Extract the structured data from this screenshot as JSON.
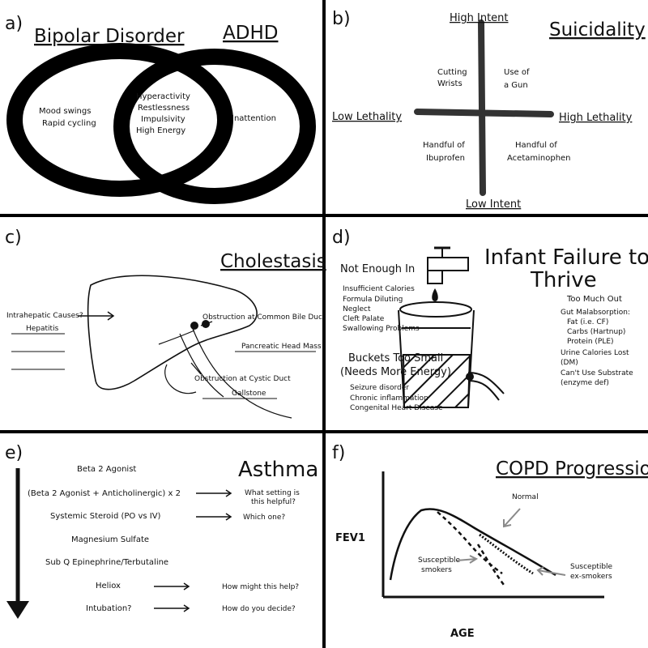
{
  "panels": {
    "a": {
      "label": "a)",
      "left_title": "Bipolar Disorder",
      "right_title": "ADHD",
      "left_items": [
        "Mood swings",
        "Rapid cycling"
      ],
      "center_items": [
        "Hyperactivity",
        "Restlessness",
        "Impulsivity",
        "High Energy"
      ],
      "right_items": [
        "Inattention"
      ]
    },
    "b": {
      "label": "b)",
      "title": "Suicidality",
      "top": "High Intent",
      "bottom": "Low Intent",
      "left": "Low Lethality",
      "right": "High Lethality",
      "q_top_left": [
        "Cutting",
        "Wrists"
      ],
      "q_top_right": [
        "Use of",
        "a Gun"
      ],
      "q_bottom_left": [
        "Handful of",
        "Ibuprofen"
      ],
      "q_bottom_right": [
        "Handful of",
        "Acetaminophen"
      ]
    },
    "c": {
      "label": "c)",
      "title": "Cholestasis",
      "intrahepatic": "Intrahepatic Causes?",
      "hepatitis": "Hepatitis",
      "common_bile": "Obstruction at Common Bile Duct",
      "pancreatic": "Pancreatic Head Mass",
      "cystic": "Obstruction at Cystic Duct",
      "gallstone": "Gallstone"
    },
    "d": {
      "label": "d)",
      "title_line1": "Infant Failure to",
      "title_line2": "Thrive",
      "not_enough_title": "Not Enough In",
      "not_enough_items": [
        "Insufficient Calories",
        "Formula Diluting",
        "Neglect",
        "Cleft Palate",
        "Swallowing Problems"
      ],
      "too_much_title": "Too Much Out",
      "too_much_items": [
        "Gut Malabsorption:",
        "Fat (i.e. CF)",
        "Carbs (Hartnup)",
        "Protein (PLE)",
        "Urine Calories Lost",
        "(DM)",
        "Can't Use Substrate",
        "(enzyme def)"
      ],
      "bucket_title_line1": "Buckets Too Small",
      "bucket_title_line2": "(Needs More Energy)",
      "bucket_items": [
        "Seizure disorder",
        "Chronic inflammation",
        "Congenital Heart Disease"
      ]
    },
    "e": {
      "label": "e)",
      "title": "Asthma",
      "steps": [
        "Beta 2 Agonist",
        "(Beta 2 Agonist + Anticholinergic) x 2",
        "Systemic Steroid (PO vs IV)",
        "Magnesium Sulfate",
        "Sub Q Epinephrine/Terbutaline",
        "Heliox",
        "Intubation?"
      ],
      "question_setting_1": "What setting is",
      "question_setting_2": "this helpful?",
      "question_which": "Which one?",
      "question_heliox": "How might this help?",
      "question_intubation": "How do you decide?"
    },
    "f": {
      "label": "f)",
      "title": "COPD Progression",
      "ylabel": "FEV1",
      "xlabel": "AGE",
      "normal": "Normal",
      "smokers_1": "Susceptible",
      "smokers_2": "smokers",
      "exsmokers_1": "Susceptible",
      "exsmokers_2": "ex-smokers"
    }
  },
  "colors": {
    "ink": "#111111",
    "gray_arrow": "#8a8a8a",
    "divider": "#000000"
  }
}
